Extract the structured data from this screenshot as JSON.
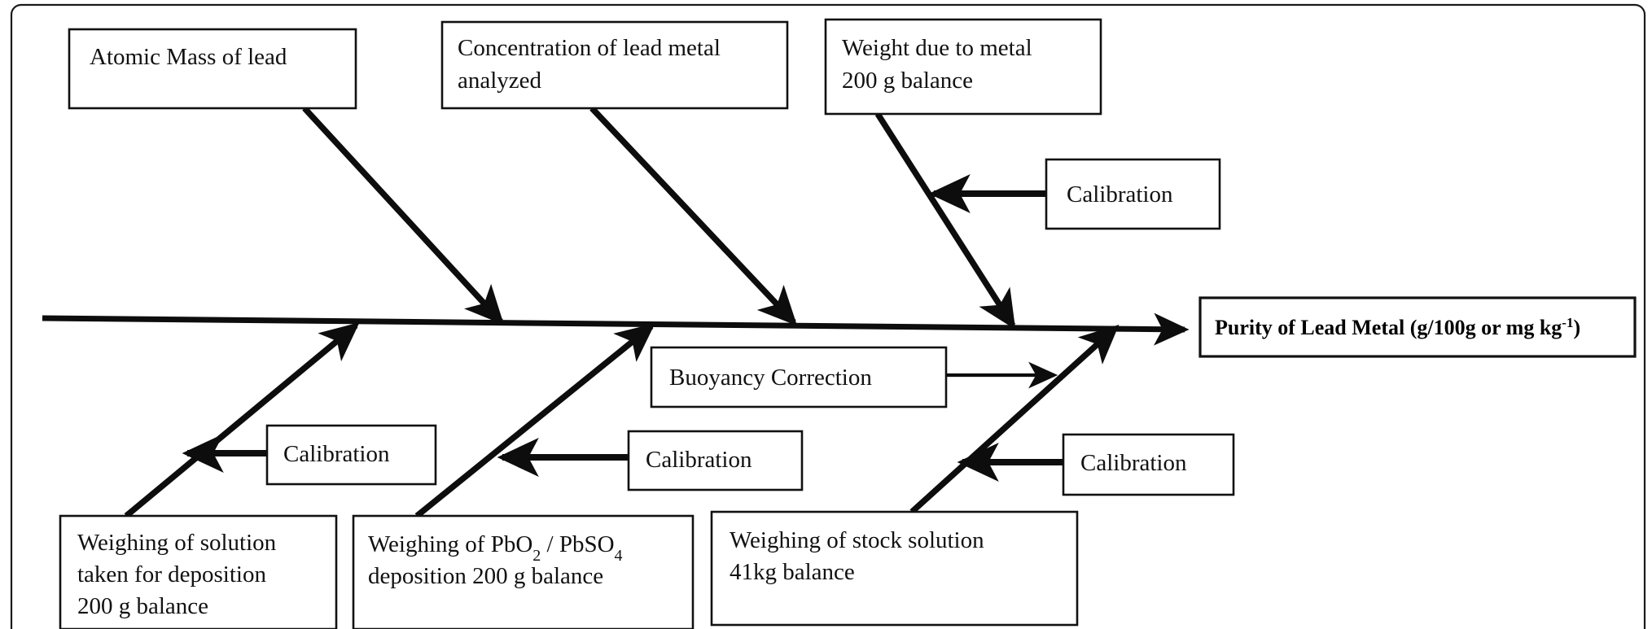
{
  "diagram": {
    "type": "fishbone-ishikawa",
    "effect": {
      "label_prefix": "Purity of Lead Metal (g/100g or mg kg",
      "label_sup": "-1",
      "label_suffix": ")",
      "full_text": "Purity of Lead Metal (g/100g or mg kg-1)"
    },
    "causes_top": [
      {
        "id": "atomic-mass",
        "lines": [
          "Atomic Mass of lead"
        ],
        "sub_causes": []
      },
      {
        "id": "concentration",
        "lines": [
          "Concentration of lead metal",
          "analyzed"
        ],
        "sub_causes": []
      },
      {
        "id": "weight-due-to-metal",
        "lines": [
          "Weight due to metal",
          "200 g balance"
        ],
        "sub_causes": [
          {
            "id": "calibration-weight",
            "label": "Calibration",
            "direction": "left"
          }
        ]
      }
    ],
    "causes_bottom": [
      {
        "id": "weighing-solution-deposition",
        "lines": [
          "Weighing of solution",
          "taken for deposition",
          "200 g balance"
        ],
        "sub_causes": [
          {
            "id": "calibration-solution",
            "label": "Calibration",
            "direction": "left"
          }
        ]
      },
      {
        "id": "weighing-pbo2-pbso4",
        "lines_rich": [
          {
            "segments": [
              {
                "text": "Weighing of PbO",
                "style": "normal"
              },
              {
                "text": "2",
                "style": "sub"
              },
              {
                "text": " / PbSO",
                "style": "normal"
              },
              {
                "text": "4",
                "style": "sub"
              }
            ]
          },
          {
            "segments": [
              {
                "text": "deposition 200 g balance",
                "style": "normal"
              }
            ]
          }
        ],
        "lines": [
          "Weighing of PbO2 / PbSO4",
          "deposition 200 g balance"
        ],
        "sub_causes": [
          {
            "id": "calibration-pbo2",
            "label": "Calibration",
            "direction": "left"
          },
          {
            "id": "buoyancy-correction",
            "label": "Buoyancy Correction",
            "direction": "right"
          }
        ]
      },
      {
        "id": "weighing-stock-solution",
        "lines": [
          "Weighing of stock solution",
          "41kg balance"
        ],
        "sub_causes": [
          {
            "id": "calibration-stock",
            "label": "Calibration",
            "direction": "left"
          }
        ]
      }
    ],
    "standalone_labels": {
      "calibration": "Calibration",
      "buoyancy": "Buoyancy Correction"
    },
    "colors": {
      "line": "#0d0d0d",
      "box_border": "#111111",
      "background": "#ffffff",
      "frame": "#1a1a1a",
      "text": "#111111"
    }
  }
}
